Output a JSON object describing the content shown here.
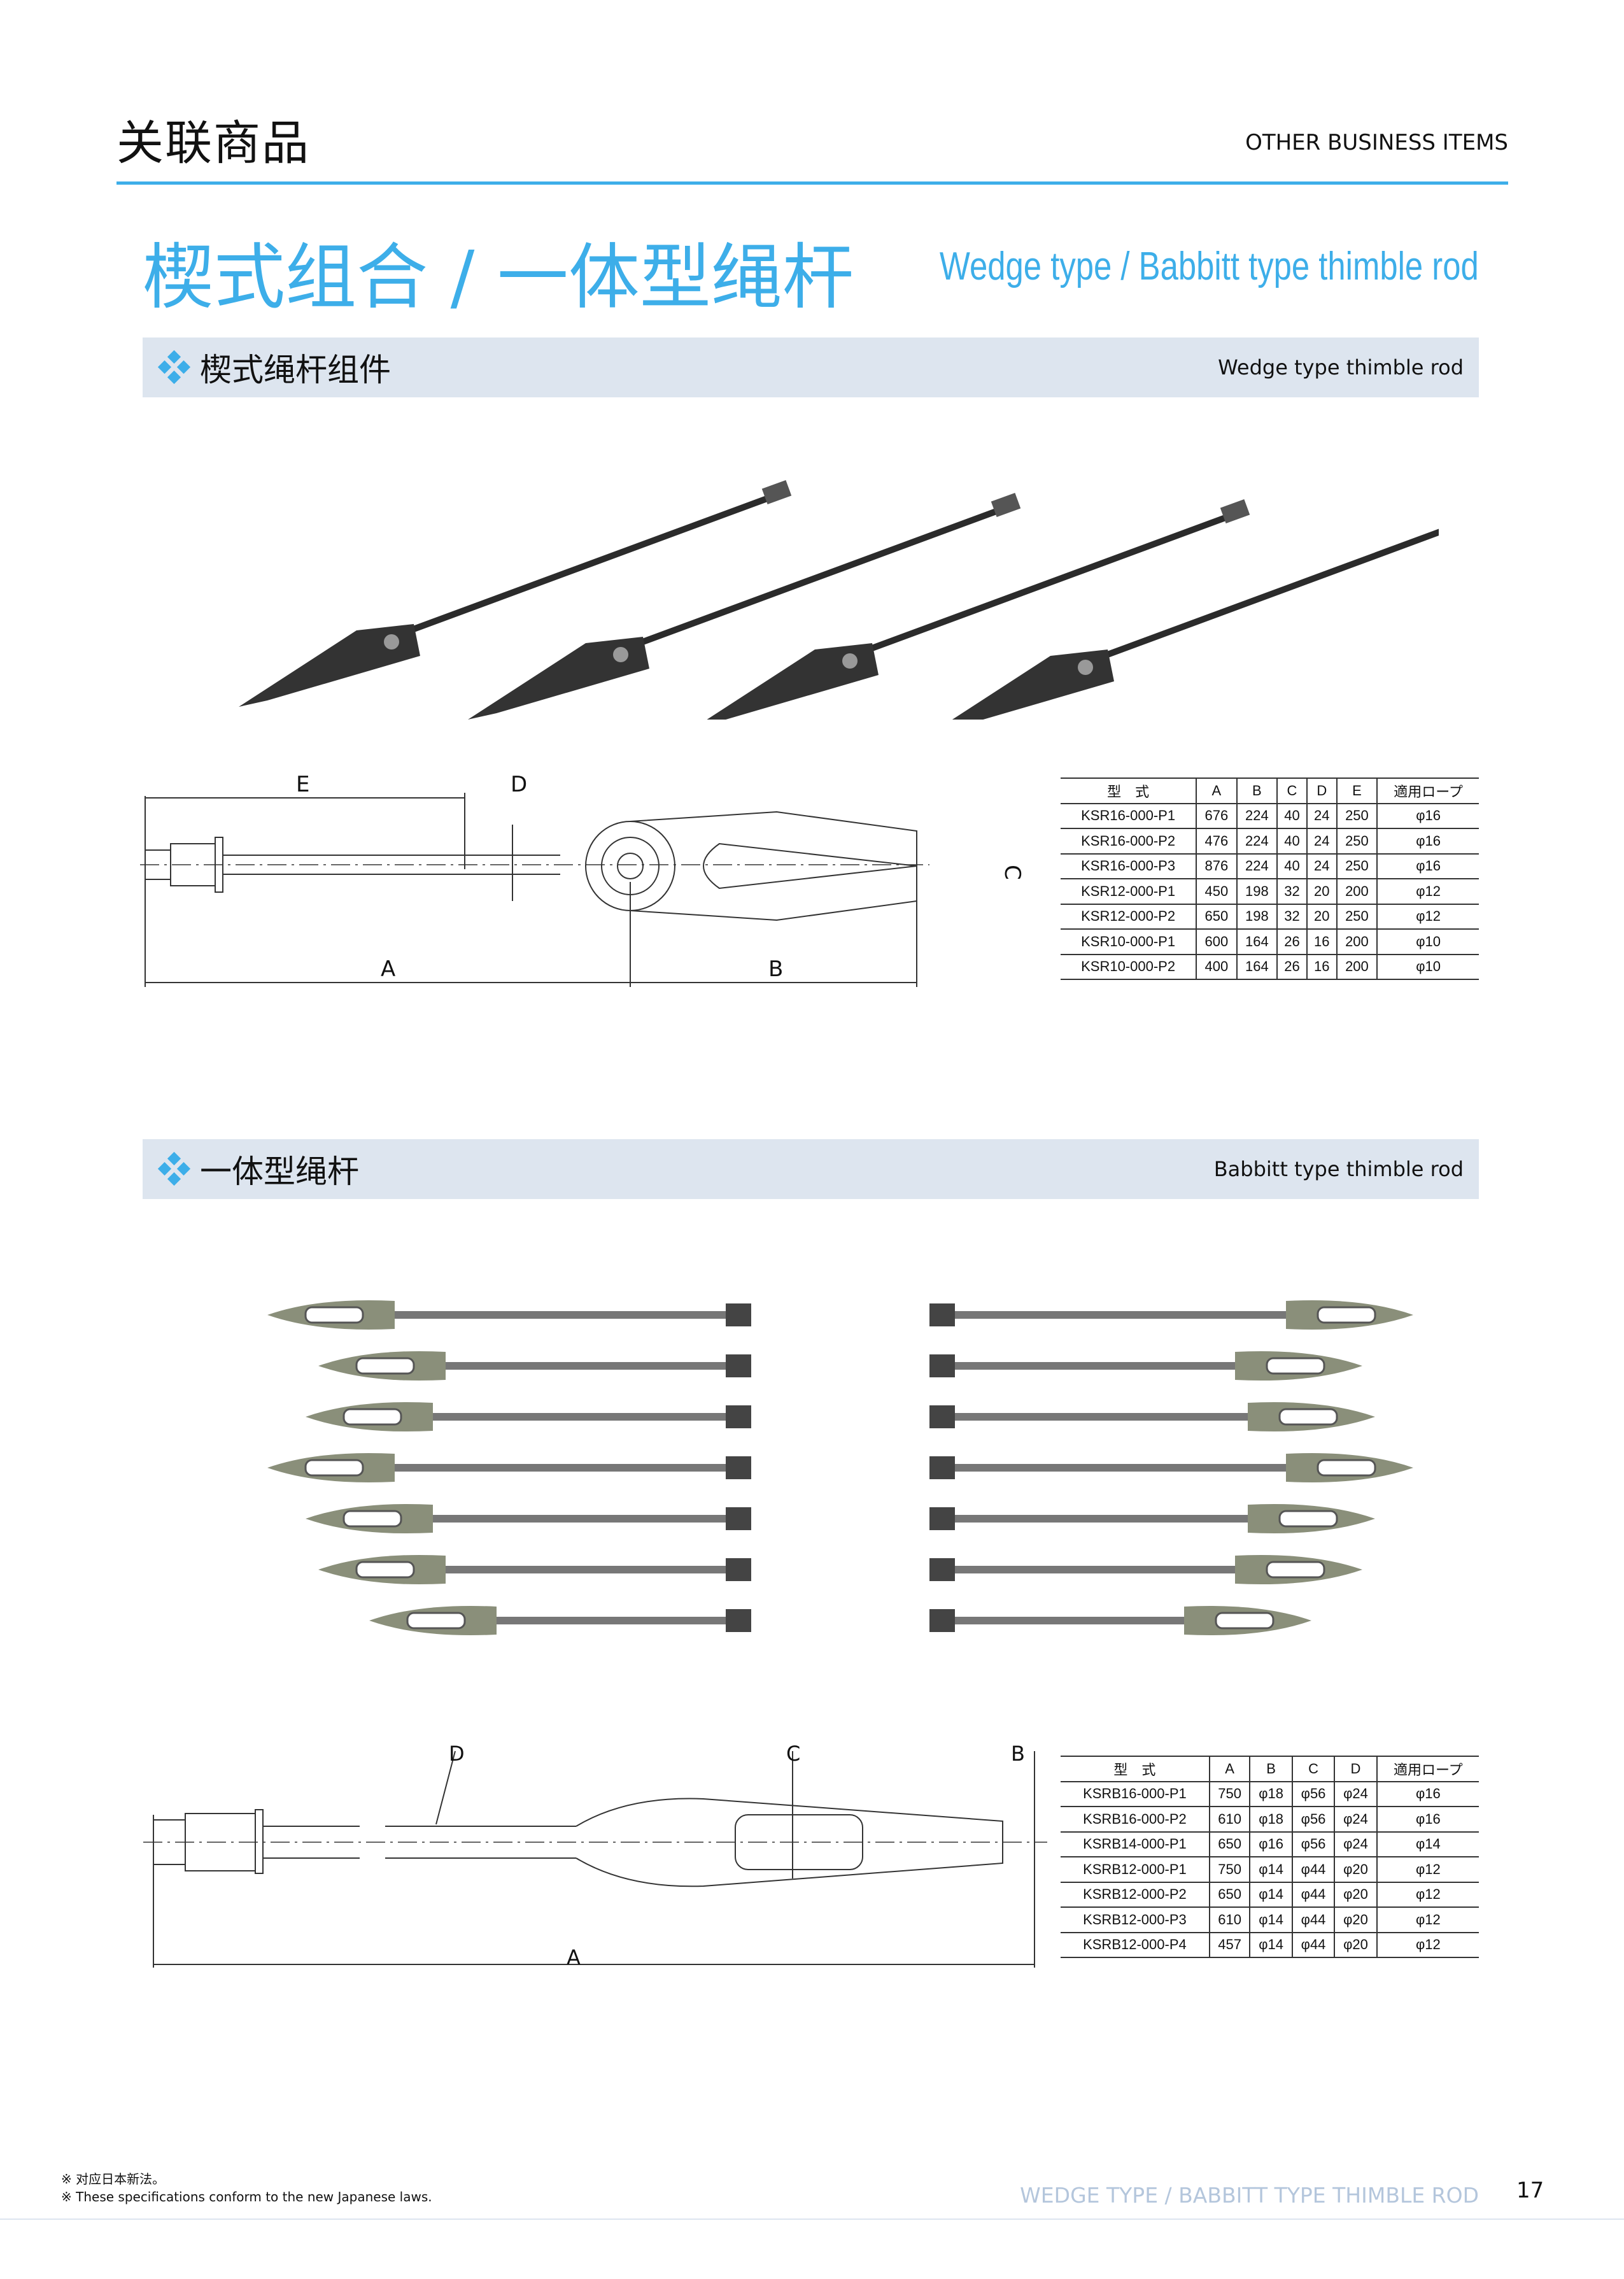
{
  "header": {
    "title": "关联商品",
    "subtitle_en": "OTHER BUSINESS ITEMS"
  },
  "main_title": {
    "jp": "楔式组合 / 一体型绳杆",
    "en": "Wedge type / Babbitt type thimble rod"
  },
  "sections": [
    {
      "title": "楔式绳杆组件",
      "title_en": "Wedge type thimble rod",
      "drawing_labels": [
        "E",
        "D",
        "C",
        "A",
        "B"
      ],
      "table": {
        "headers": [
          "型　式",
          "A",
          "B",
          "C",
          "D",
          "E",
          "適用ロープ"
        ],
        "rows": [
          [
            "KSR16-000-P1",
            "676",
            "224",
            "40",
            "24",
            "250",
            "φ16"
          ],
          [
            "KSR16-000-P2",
            "476",
            "224",
            "40",
            "24",
            "250",
            "φ16"
          ],
          [
            "KSR16-000-P3",
            "876",
            "224",
            "40",
            "24",
            "250",
            "φ16"
          ],
          [
            "KSR12-000-P1",
            "450",
            "198",
            "32",
            "20",
            "200",
            "φ12"
          ],
          [
            "KSR12-000-P2",
            "650",
            "198",
            "32",
            "20",
            "250",
            "φ12"
          ],
          [
            "KSR10-000-P1",
            "600",
            "164",
            "26",
            "16",
            "200",
            "φ10"
          ],
          [
            "KSR10-000-P2",
            "400",
            "164",
            "26",
            "16",
            "200",
            "φ10"
          ]
        ]
      }
    },
    {
      "title": "一体型绳杆",
      "title_en": "Babbitt type thimble rod",
      "drawing_labels": [
        "D",
        "C",
        "B",
        "A"
      ],
      "table": {
        "headers": [
          "型　式",
          "A",
          "B",
          "C",
          "D",
          "適用ロープ"
        ],
        "rows": [
          [
            "KSRB16-000-P1",
            "750",
            "φ18",
            "φ56",
            "φ24",
            "φ16"
          ],
          [
            "KSRB16-000-P2",
            "610",
            "φ18",
            "φ56",
            "φ24",
            "φ16"
          ],
          [
            "KSRB14-000-P1",
            "650",
            "φ16",
            "φ56",
            "φ24",
            "φ14"
          ],
          [
            "KSRB12-000-P1",
            "750",
            "φ14",
            "φ44",
            "φ20",
            "φ12"
          ],
          [
            "KSRB12-000-P2",
            "650",
            "φ14",
            "φ44",
            "φ20",
            "φ12"
          ],
          [
            "KSRB12-000-P3",
            "610",
            "φ14",
            "φ44",
            "φ20",
            "φ12"
          ],
          [
            "KSRB12-000-P4",
            "457",
            "φ14",
            "φ44",
            "φ20",
            "φ12"
          ]
        ]
      }
    }
  ],
  "footer": {
    "note_jp": "※  对应日本新法。",
    "note_en": "※  These specifications conform to the new Japanese laws.",
    "running_title": "WEDGE TYPE / BABBITT TYPE THIMBLE ROD",
    "page": "17"
  }
}
